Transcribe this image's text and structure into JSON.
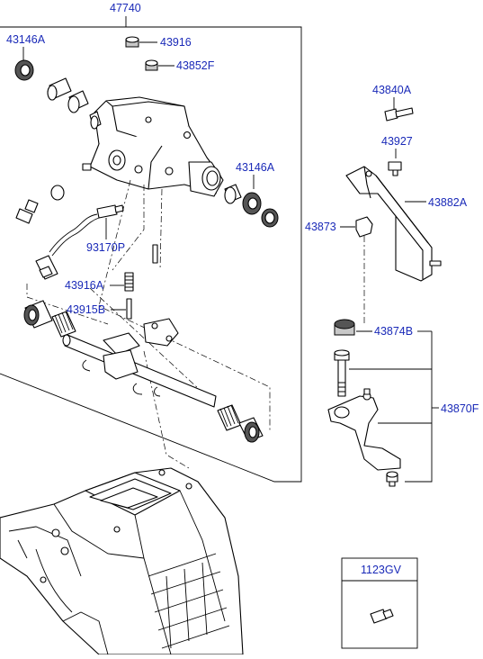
{
  "labels": {
    "assembly": "47740",
    "cap_small": "43916",
    "cap_f": "43852F",
    "seal_top": "43146A",
    "seal_right": "43146A",
    "sensor": "93170P",
    "spring_a": "43916A",
    "pin_b": "43915B",
    "bolt": "43840A",
    "bolt2": "43927",
    "bracket": "43882A",
    "bushing": "43873",
    "cap_b": "43874B",
    "lever_assy": "43870F",
    "screw_box": "1123GV"
  },
  "colors": {
    "label": "#1a2ab8",
    "line": "#000000"
  }
}
